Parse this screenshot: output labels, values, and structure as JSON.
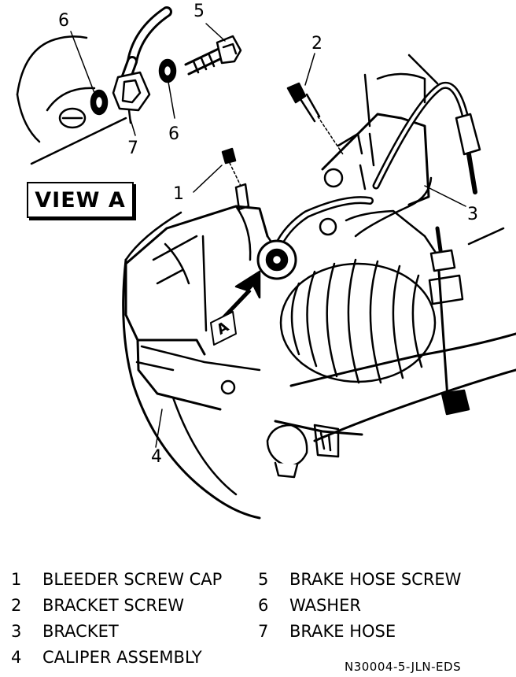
{
  "view_label": "VIEW A",
  "view_marker": "A",
  "callouts": {
    "c1": "1",
    "c2": "2",
    "c3": "3",
    "c4": "4",
    "c5": "5",
    "c6a": "6",
    "c6b": "6",
    "c7": "7"
  },
  "legend": [
    {
      "num": "1",
      "label": "BLEEDER SCREW CAP"
    },
    {
      "num": "2",
      "label": "BRACKET SCREW"
    },
    {
      "num": "3",
      "label": "BRACKET"
    },
    {
      "num": "4",
      "label": "CALIPER ASSEMBLY"
    },
    {
      "num": "5",
      "label": "BRAKE HOSE SCREW"
    },
    {
      "num": "6",
      "label": "WASHER"
    },
    {
      "num": "7",
      "label": "BRAKE HOSE"
    }
  ],
  "figure_id": "N30004-5-JLN-EDS"
}
